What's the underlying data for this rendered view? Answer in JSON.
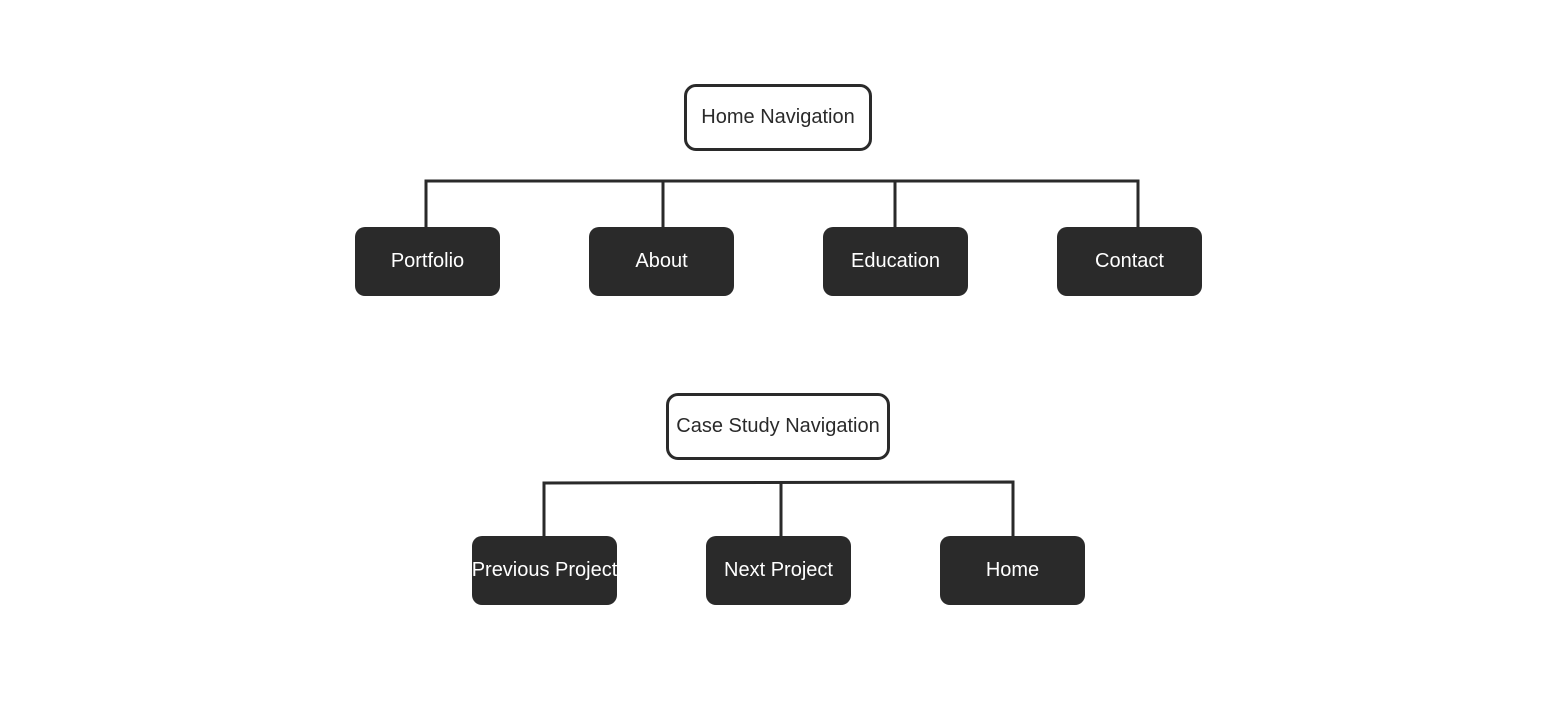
{
  "home_nav": {
    "root_label": "Home Navigation",
    "children": [
      "Portfolio",
      "About",
      "Education",
      "Contact"
    ]
  },
  "case_study_nav": {
    "root_label": "Case Study Navigation",
    "children": [
      "Previous Project",
      "Next Project",
      "Home"
    ]
  },
  "colors": {
    "node_fill": "#2a2a2a",
    "node_text": "#ffffff",
    "root_border": "#2a2a2a",
    "background": "#ffffff"
  }
}
